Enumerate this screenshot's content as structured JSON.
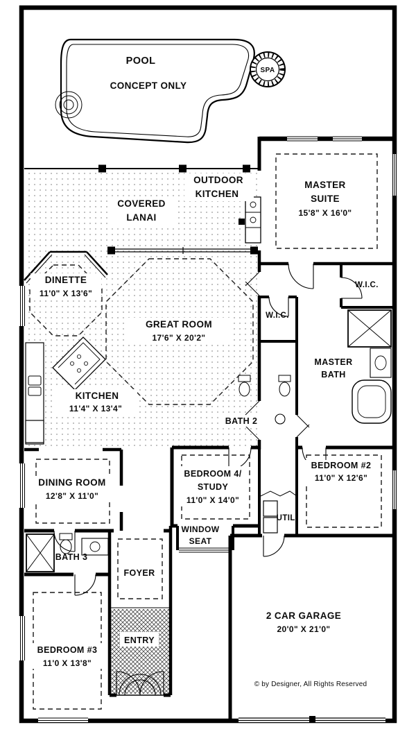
{
  "plan": {
    "pool": {
      "title": "POOL",
      "subtitle": "CONCEPT ONLY",
      "spa_label": "SPA"
    },
    "rooms": {
      "covered_lanai": {
        "l1": "COVERED",
        "l2": "LANAI"
      },
      "outdoor_kitchen": {
        "l1": "OUTDOOR",
        "l2": "KITCHEN"
      },
      "master_suite": {
        "l1": "MASTER",
        "l2": "SUITE",
        "dims": "15'8\" X 16'0\""
      },
      "dinette": {
        "name": "DINETTE",
        "dims": "11'0\" X 13'6\""
      },
      "great_room": {
        "name": "GREAT ROOM",
        "dims": "17'6\" X 20'2\""
      },
      "wic_right": {
        "name": "W.I.C."
      },
      "wic_left": {
        "name": "W.I.C."
      },
      "master_bath": {
        "l1": "MASTER",
        "l2": "BATH"
      },
      "kitchen": {
        "name": "KITCHEN",
        "dims": "11'4\" X 13'4\""
      },
      "bath_2": {
        "name": "BATH 2"
      },
      "bedroom_2": {
        "name": "BEDROOM #2",
        "dims": "11'0\" X 12'6\""
      },
      "dining_room": {
        "name": "DINING ROOM",
        "dims": "12'8\" X 11'0\""
      },
      "bedroom_4": {
        "l1": "BEDROOM 4/",
        "l2": "STUDY",
        "dims": "11'0\" X 14'0\""
      },
      "util": {
        "name": "UTIL."
      },
      "window_seat": {
        "l1": "WINDOW",
        "l2": "SEAT"
      },
      "bath_3": {
        "name": "BATH 3"
      },
      "foyer": {
        "name": "FOYER"
      },
      "entry": {
        "name": "ENTRY"
      },
      "bedroom_3": {
        "name": "BEDROOM #3",
        "dims": "11'0 X 13'8\""
      },
      "garage": {
        "name": "2 CAR GARAGE",
        "dims": "20'0\" X 21'0\""
      }
    },
    "footer": {
      "copyright": "© by Designer, All Rights Reserved"
    }
  }
}
